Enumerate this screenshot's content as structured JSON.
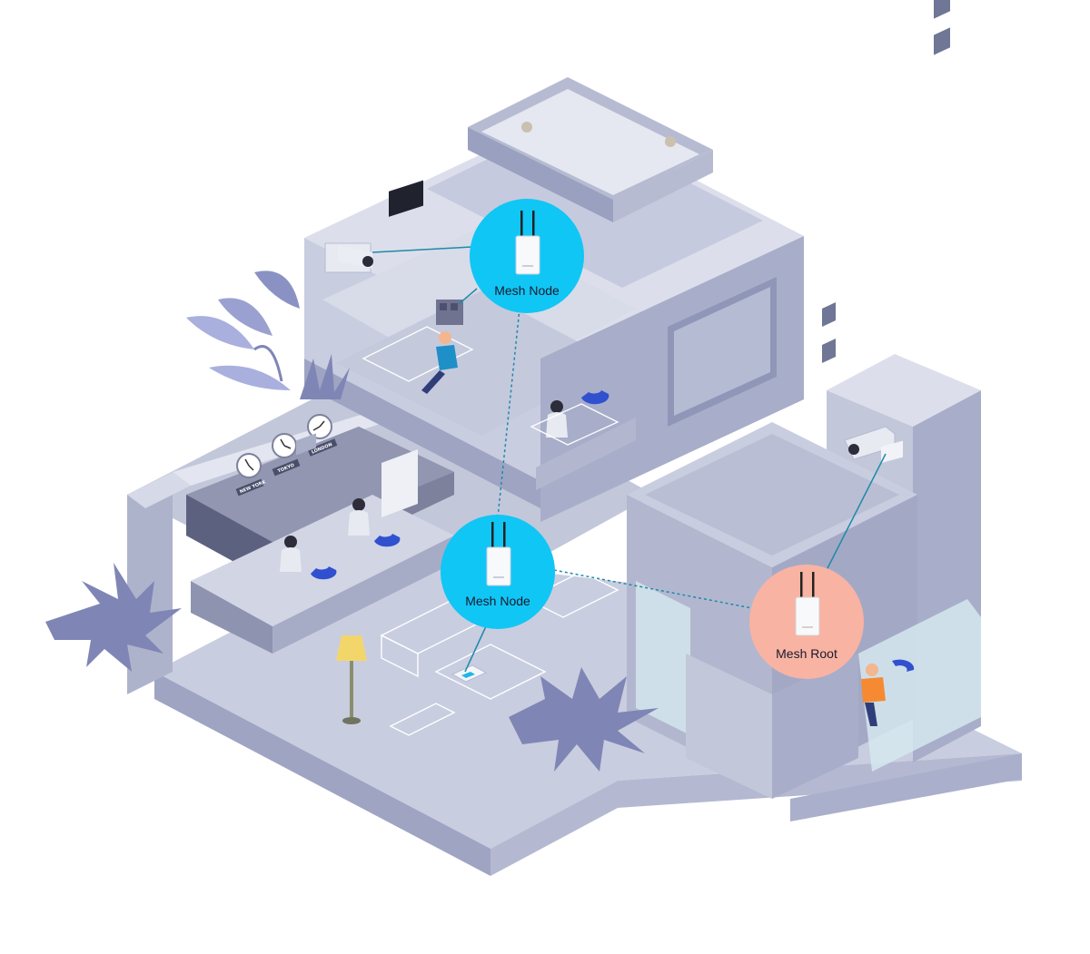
{
  "nodes": {
    "top": {
      "label": "Mesh Node",
      "role": "node"
    },
    "middle": {
      "label": "Mesh Node",
      "role": "node"
    },
    "root": {
      "label": "Mesh Root",
      "role": "root"
    }
  },
  "clocks": [
    {
      "city": "NEW YORK"
    },
    {
      "city": "TOKYO"
    },
    {
      "city": "LONDON"
    }
  ],
  "colors": {
    "node_fill": "#10c6f5",
    "root_fill": "#f8b3a3",
    "link_line": "#1e8aa8",
    "wall_light": "#dcdfeb",
    "wall_mid": "#b6bbd2",
    "wall_dark": "#9aa0bf",
    "floor": "#c9cde0",
    "plant": "#7f86b5",
    "plant_light": "#b7bde0"
  },
  "icons": [
    "access-point-icon",
    "security-camera-icon",
    "wall-clock-icon",
    "floor-lamp-icon",
    "plant-icon"
  ]
}
